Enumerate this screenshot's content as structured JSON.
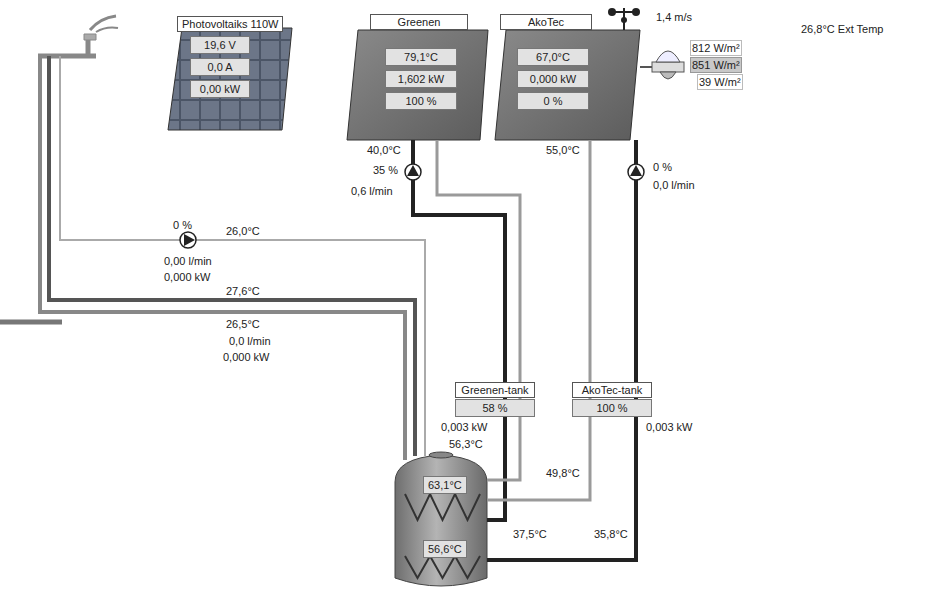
{
  "diagram": {
    "nodes": [
      {
        "text": [
          "Photovoltaiks 110W",
          "19,6 V",
          "0,0 A",
          "0,00 kW"
        ]
      },
      {
        "text": [
          "Greenen",
          "79,1°C",
          "1,602 kW",
          "100 %"
        ]
      },
      {
        "text": [
          "AkoTec",
          "67,0°C",
          "0,000 kW",
          "0 %"
        ]
      },
      {
        "text": [
          "Greenen-tank",
          "58 %"
        ]
      },
      {
        "text": [
          "AkoTec-tank",
          "100 %"
        ]
      },
      {
        "text": [
          "63,1°C",
          "56,6°C"
        ]
      }
    ],
    "edges": [
      {
        "from": 1,
        "to": 5,
        "arrow": "none"
      },
      {
        "from": 1,
        "to": 5,
        "arrow": "none"
      },
      {
        "from": 2,
        "to": 5,
        "arrow": "none"
      },
      {
        "from": 2,
        "to": 5,
        "arrow": "none"
      }
    ],
    "labels": [
      "1,4 m/s",
      "812 W/m²",
      "851 W/m²",
      "39 W/m²",
      "26,8°C Ext Temp",
      "40,0°C",
      "35 %",
      "0,6 l/min",
      "55,0°C",
      "0 %",
      "0,0 l/min",
      "0 %",
      "26,0°C",
      "0,00 l/min",
      "0,000 kW",
      "27,6°C",
      "26,5°C",
      "0,0 l/min",
      "0,000 kW",
      "0,003 kW",
      "56,3°C",
      "0,003 kW",
      "49,8°C",
      "37,5°C",
      "35,8°C"
    ]
  }
}
